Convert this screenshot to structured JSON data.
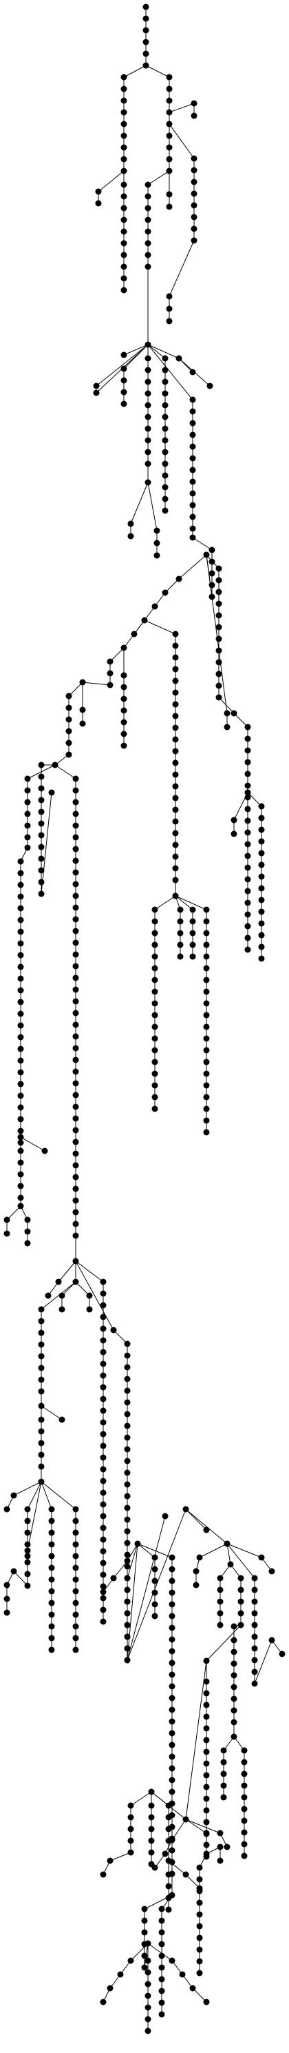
{
  "diagram": {
    "type": "tree",
    "style": {
      "node_color": "#000000",
      "edge_color": "#000000",
      "background": "#ffffff"
    },
    "node_count": 419,
    "root": 0
  }
}
